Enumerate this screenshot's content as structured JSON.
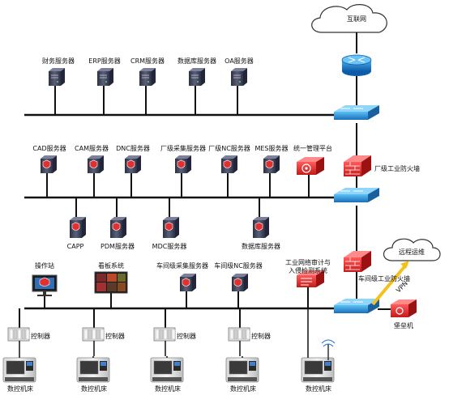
{
  "internet": {
    "label": "互联网"
  },
  "top_servers": [
    {
      "label": "财务服务器"
    },
    {
      "label": "ERP服务器"
    },
    {
      "label": "CRM服务器"
    },
    {
      "label": "数据库服务器"
    },
    {
      "label": "OA服务器"
    }
  ],
  "factory_servers": [
    {
      "label": "CAD服务器"
    },
    {
      "label": "CAM服务器"
    },
    {
      "label": "DNC服务器"
    },
    {
      "label": "厂级采集服务器"
    },
    {
      "label": "厂级NC服务器"
    },
    {
      "label": "MES服务器"
    }
  ],
  "mgmt_platform": {
    "label": "统一管理平台"
  },
  "factory_firewall": {
    "label": "厂级工业防火墙"
  },
  "factory_lower_servers": [
    {
      "label": "CAPP"
    },
    {
      "label": "PDM服务器"
    },
    {
      "label": "MDC服务器"
    },
    {
      "label": "数据库服务器"
    }
  ],
  "workshop_nodes": [
    {
      "label": "操作站"
    },
    {
      "label": "看板系统"
    },
    {
      "label": "车间级采集服务器"
    },
    {
      "label": "车间级NC服务器"
    }
  ],
  "audit_system": {
    "label": "工业网络审计与入侵检测系统"
  },
  "workshop_firewall": {
    "label": "车间级工业防火墙"
  },
  "remote_ops": {
    "label": "远程运维"
  },
  "vpn": {
    "label": "VPN"
  },
  "bastion": {
    "label": "堡垒机"
  },
  "controllers": [
    {
      "label": "控制器"
    },
    {
      "label": "控制器"
    },
    {
      "label": "控制器"
    },
    {
      "label": "控制器"
    }
  ],
  "machines": [
    {
      "label": "数控机床"
    },
    {
      "label": "数控机床"
    },
    {
      "label": "数控机床"
    },
    {
      "label": "数控机床"
    },
    {
      "label": "数控机床"
    }
  ],
  "colors": {
    "bus": "#111111",
    "switch": "#1e90d6",
    "firewall": "#e23030",
    "server": "#4a4f66",
    "router": "#1677c9",
    "vpn_arrow": "#f2c21a"
  }
}
